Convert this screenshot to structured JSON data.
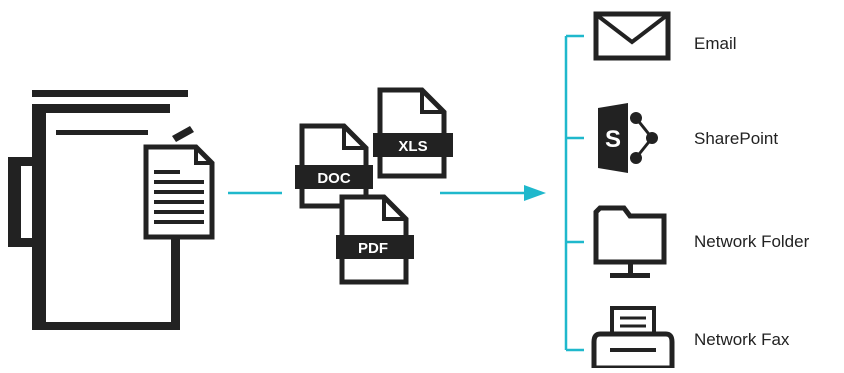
{
  "colors": {
    "icon": "#222222",
    "connector": "#1fb8cc",
    "background": "#ffffff",
    "label": "#222222"
  },
  "source": {
    "device": "multifunction-printer-icon"
  },
  "formats": [
    {
      "label": "DOC",
      "icon": "doc-file-icon"
    },
    {
      "label": "XLS",
      "icon": "xls-file-icon"
    },
    {
      "label": "PDF",
      "icon": "pdf-file-icon"
    }
  ],
  "destinations": [
    {
      "label": "Email",
      "icon": "envelope-icon"
    },
    {
      "label": "SharePoint",
      "icon": "sharepoint-icon",
      "icon_letter": "S"
    },
    {
      "label": "Network Folder",
      "icon": "network-folder-icon"
    },
    {
      "label": "Network Fax",
      "icon": "fax-machine-icon"
    }
  ]
}
